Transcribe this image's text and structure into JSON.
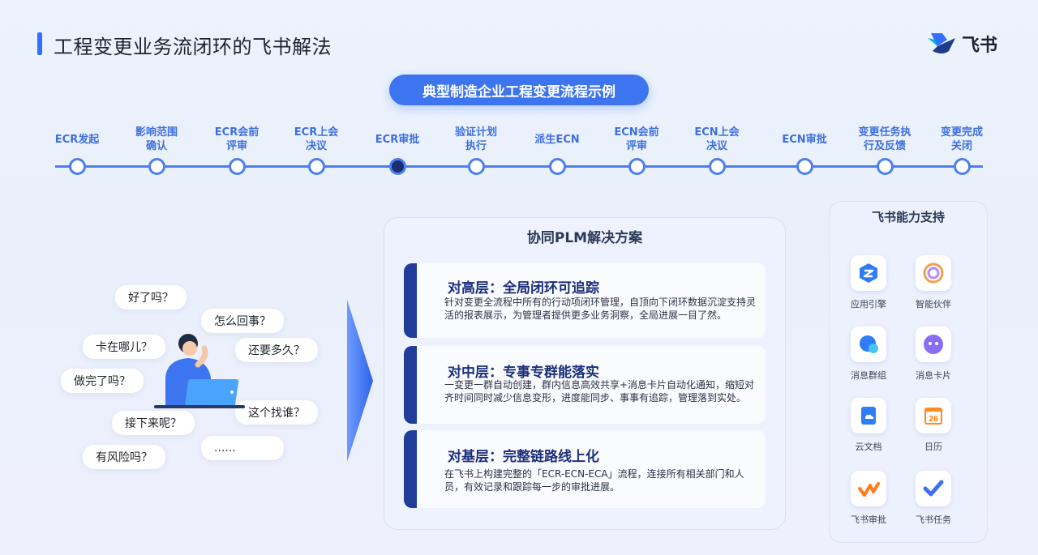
{
  "header": {
    "title": "工程变更业务流闭环的飞书解法",
    "logo_text": "飞书"
  },
  "banner": "典型制造企业工程变更流程示例",
  "timeline": {
    "active_index": 4,
    "steps": [
      "ECR发起",
      "影响范围\n确认",
      "ECR会前\n评审",
      "ECR上会\n决议",
      "ECR审批",
      "验证计划\n执行",
      "派生ECN",
      "ECN会前\n评审",
      "ECN上会\n决议",
      "ECN审批",
      "变更任务执\n行及反馈",
      "变更完成\n关闭"
    ]
  },
  "bubbles": [
    "好了吗？",
    "怎么回事？",
    "卡在哪儿？",
    "还要多久？",
    "做完了吗？",
    "这个找谁？",
    "接下来呢？",
    "......",
    "有风险吗？"
  ],
  "plm": {
    "title": "协同PLM解决方案",
    "cards": [
      {
        "title": "对高层：全局闭环可追踪",
        "text": "针对变更全流程中所有的行动项闭环管理，自顶向下闭环数据沉淀支持灵活的报表展示，为管理者提供更多业务洞察，全局进展一目了然。"
      },
      {
        "title": "对中层：专事专群能落实",
        "text": "一变更一群自动创建，群内信息高效共享+消息卡片自动化通知，缩短对齐时间同时减少信息变形，进度能同步、事事有追踪，管理落到实处。"
      },
      {
        "title": "对基层：完整链路线上化",
        "text": "在飞书上构建完整的「ECR-ECN-ECA」流程，连接所有相关部门和人员，有效记录和跟踪每一步的审批进展。"
      }
    ]
  },
  "support": {
    "title": "飞书能力支持",
    "tools": [
      {
        "label": "应用引擎",
        "icon": "app-engine-icon"
      },
      {
        "label": "智能伙伴",
        "icon": "ai-partner-icon"
      },
      {
        "label": "消息群组",
        "icon": "message-group-icon"
      },
      {
        "label": "消息卡片",
        "icon": "message-card-icon"
      },
      {
        "label": "云文档",
        "icon": "cloud-doc-icon"
      },
      {
        "label": "日历",
        "icon": "calendar-icon",
        "badge": "26"
      },
      {
        "label": "飞书审批",
        "icon": "approval-icon"
      },
      {
        "label": "飞书任务",
        "icon": "task-icon"
      }
    ]
  },
  "colors": {
    "primary": "#3370ff",
    "timeline_text": "#3d6fe0",
    "card_bar": "#1f3d99",
    "card_title": "#1b2f7a"
  }
}
